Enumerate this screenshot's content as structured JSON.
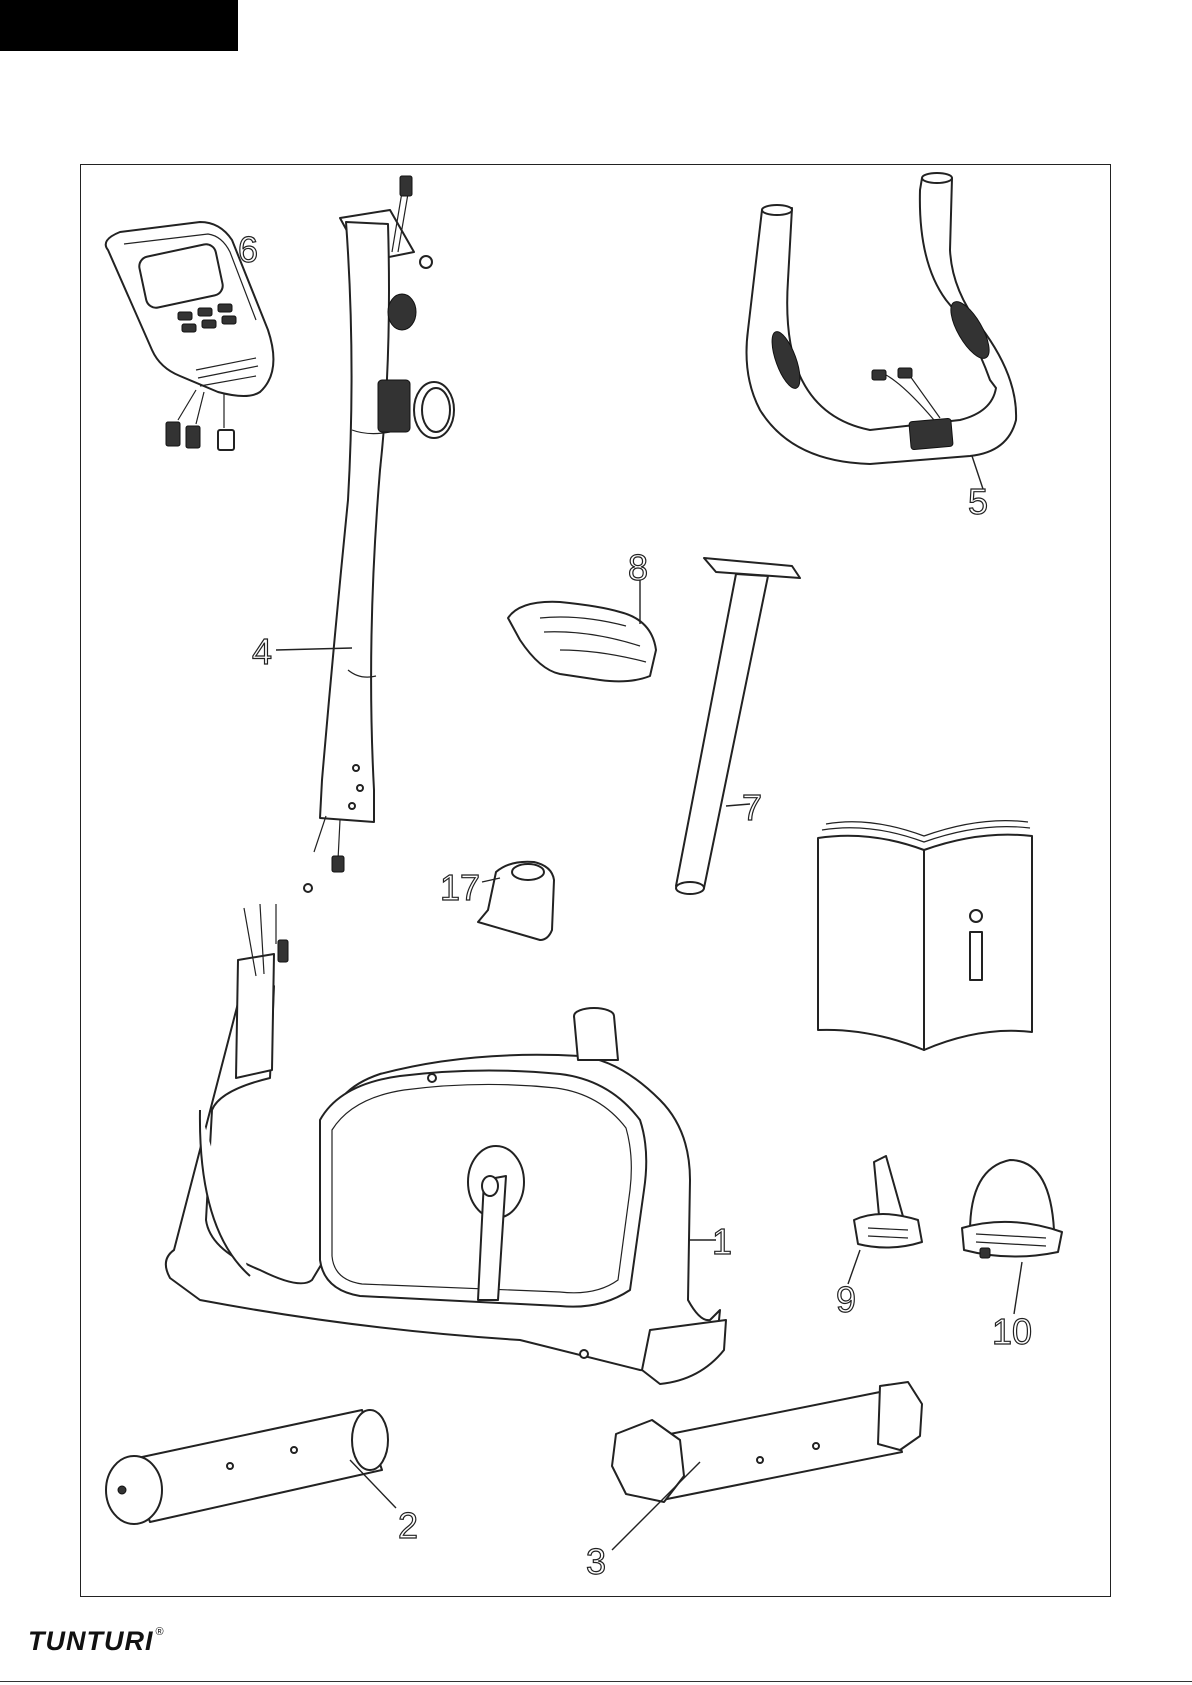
{
  "brand": {
    "name": "TUNTURI",
    "mark": "®"
  },
  "manual_icon_letter": "i",
  "callouts": [
    {
      "id": "1",
      "label": "1"
    },
    {
      "id": "2",
      "label": "2"
    },
    {
      "id": "3",
      "label": "3"
    },
    {
      "id": "4",
      "label": "4"
    },
    {
      "id": "5",
      "label": "5"
    },
    {
      "id": "6",
      "label": "6"
    },
    {
      "id": "7",
      "label": "7"
    },
    {
      "id": "8",
      "label": "8"
    },
    {
      "id": "9",
      "label": "9"
    },
    {
      "id": "10",
      "label": "10"
    },
    {
      "id": "17",
      "label": "17"
    }
  ],
  "colors": {
    "line": "#222222",
    "background": "#ffffff",
    "tab": "#000000"
  }
}
